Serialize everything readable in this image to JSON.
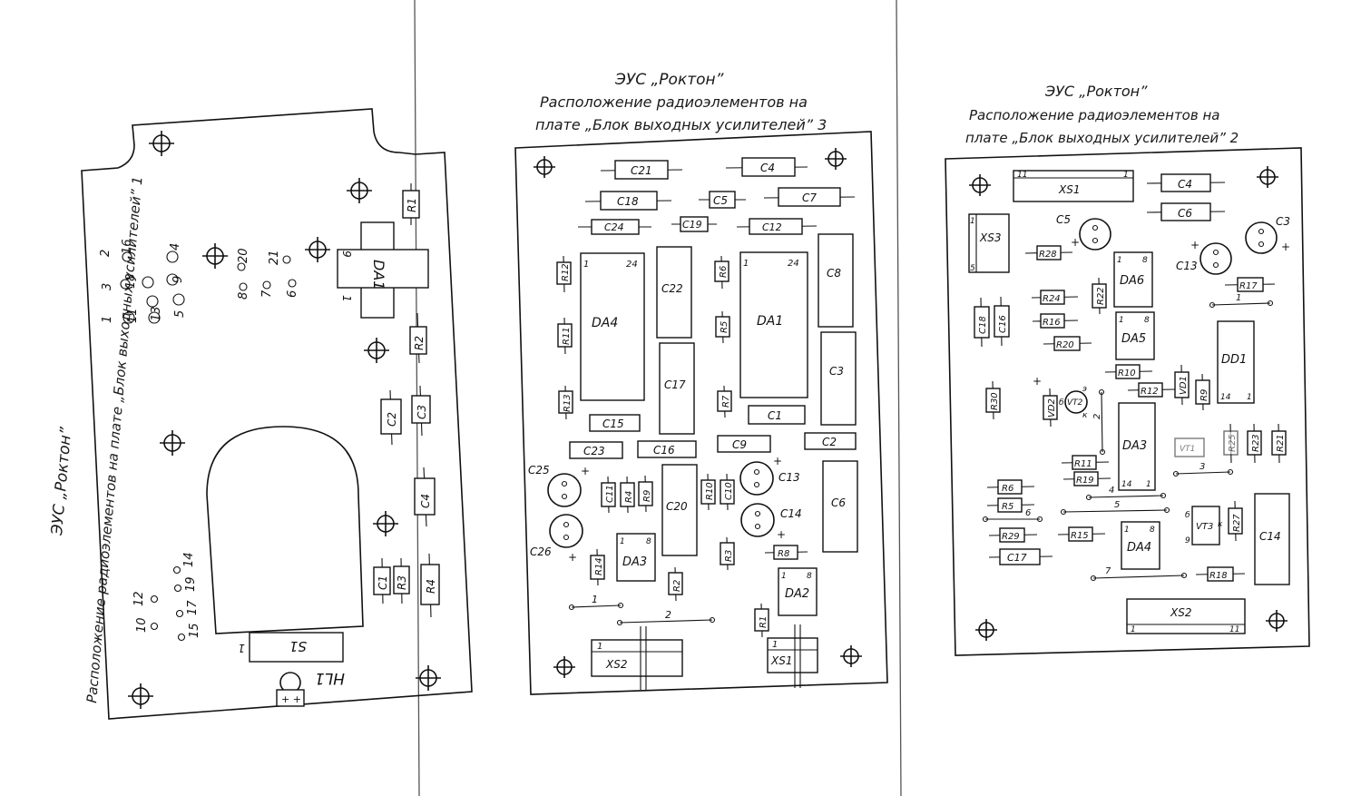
{
  "headers": {
    "left_device": "ЭУС „Роктон”",
    "left_caption": "Расположение радиоэлементов на плате „Блок выходных усилителей” 1",
    "middle_device": "ЭУС „Роктон”",
    "middle_caption_line1": "Расположение радиоэлементов на",
    "middle_caption_line2": "плате „Блок выходных усилителей” 3",
    "right_device": "ЭУС „Роктон”",
    "right_caption_line1": "Расположение радиоэлементов на",
    "right_caption_line2": "плате „Блок выходных усилителей” 2"
  },
  "board1": {
    "R1": "R1",
    "DA1": "DA1",
    "pin9": "9",
    "pin1": "1",
    "R2": "R2",
    "C2": "C2",
    "C3": "C3",
    "C4": "C4",
    "C1": "C1",
    "R3": "R3",
    "R4": "R4",
    "S1": "S1",
    "S1pin": "1",
    "HL1": "HL1",
    "HL1pol": "+ +",
    "p2": "2",
    "p16": "16",
    "p4": "4",
    "p3": "3",
    "p18": "18",
    "p9": "9",
    "p1": "1",
    "p11": "11",
    "p13": "13",
    "p5": "5",
    "p20": "20",
    "p21": "21",
    "p8": "8",
    "p7": "7",
    "p6": "6",
    "p14": "14",
    "p12": "12",
    "p19": "19",
    "p17": "17",
    "p10": "10",
    "p15": "15"
  },
  "board3": {
    "C21": "C21",
    "C4": "C4",
    "C18": "C18",
    "C5": "C5",
    "C7": "C7",
    "C24": "C24",
    "C19": "C19",
    "C12": "C12",
    "R12": "R12",
    "R11": "R11",
    "R13": "R13",
    "DA4": "DA4",
    "DA4p1": "1",
    "DA4p24": "24",
    "C22": "C22",
    "C17": "C17",
    "R6": "R6",
    "R5": "R5",
    "R7": "R7",
    "DA1": "DA1",
    "DA1p1": "1",
    "DA1p24": "24",
    "C8": "C8",
    "C3": "C3",
    "C15": "C15",
    "C1": "C1",
    "C23": "C23",
    "C16": "C16",
    "C9": "C9",
    "C2": "C2",
    "C25": "C25",
    "C11": "C11",
    "R4": "R4",
    "R9": "R9",
    "C20": "C20",
    "R10": "R10",
    "C10": "C10",
    "C13": "C13",
    "C14": "C14",
    "C6": "C6",
    "C26": "C26",
    "R14": "R14",
    "DA3": "DA3",
    "DA3p1": "1",
    "DA3p8": "8",
    "R2": "R2",
    "R3": "R3",
    "R8": "R8",
    "DA2": "DA2",
    "DA2p1": "1",
    "DA2p8": "8",
    "R1": "R1",
    "XS2": "XS2",
    "XS2p1": "1",
    "XS1": "XS1",
    "XS1p1": "1",
    "j1": "1",
    "j2": "2",
    "plus": "+"
  },
  "board2": {
    "XS1": "XS1",
    "XS1p11": "11",
    "XS1p1": "1",
    "C4": "C4",
    "C6": "C6",
    "XS3": "XS3",
    "XS3p1": "1",
    "XS3p5": "5",
    "C5": "C5",
    "C3": "C3",
    "C13": "C13",
    "R28": "R28",
    "DA6": "DA6",
    "DA6p1": "1",
    "DA6p8": "8",
    "R22": "R22",
    "R24": "R24",
    "R16": "R16",
    "R20": "R20",
    "C18": "C18",
    "C16": "C16",
    "R17": "R17",
    "DA5": "DA5",
    "DA5p1": "1",
    "DA5p8": "8",
    "DD1": "DD1",
    "DD1p14": "14",
    "DD1p1": "1",
    "R10": "R10",
    "R30": "R30",
    "VD2": "VD2",
    "VT2": "VT2",
    "R12": "R12",
    "VD1": "VD1",
    "R9": "R9",
    "R11": "R11",
    "R19": "R19",
    "DA3": "DA3",
    "DA3p14": "14",
    "DA3p1": "1",
    "VT1": "VT1",
    "R25": "R25",
    "R23": "R23",
    "R21": "R21",
    "R6": "R6",
    "R5": "R5",
    "R29": "R29",
    "R15": "R15",
    "C17": "C17",
    "DA4": "DA4",
    "DA4p1": "1",
    "DA4p8": "8",
    "VT3": "VT3",
    "R27": "R27",
    "C14": "C14",
    "R18": "R18",
    "XS2": "XS2",
    "XS2p1": "1",
    "XS2p11": "11",
    "j1": "1",
    "j2": "2",
    "j3": "3",
    "j4": "4",
    "j5": "5",
    "j6": "6",
    "j7": "7",
    "b": "б",
    "e": "э",
    "k": "к",
    "plus": "+",
    "n9": "9"
  }
}
